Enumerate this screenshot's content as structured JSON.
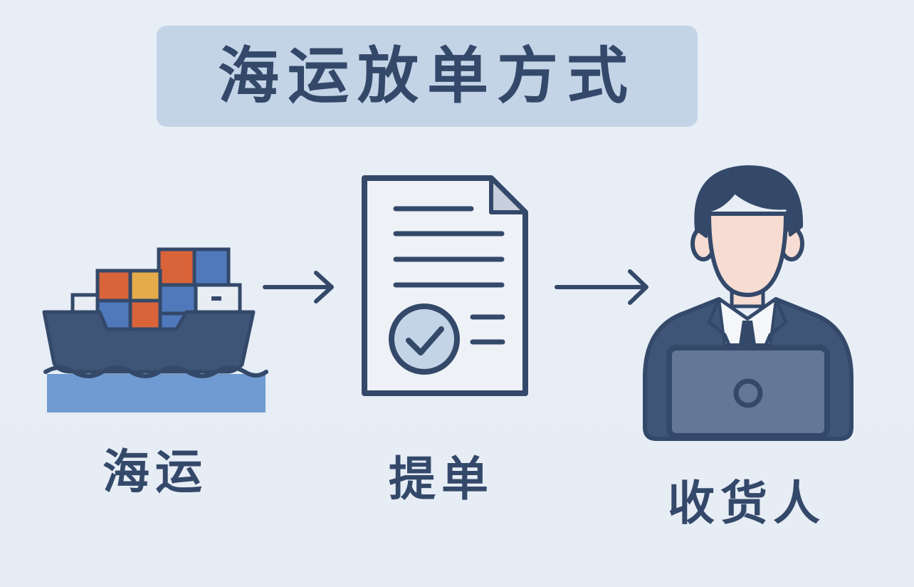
{
  "title": "海运放单方式",
  "nodes": [
    {
      "id": "ship",
      "label": "海运",
      "icon": "cargo-ship-icon"
    },
    {
      "id": "document",
      "label": "提单",
      "icon": "bill-of-lading-document-icon"
    },
    {
      "id": "consignee",
      "label": "收货人",
      "icon": "consignee-person-laptop-icon"
    }
  ],
  "edges": [
    {
      "from": "ship",
      "to": "document"
    },
    {
      "from": "document",
      "to": "consignee"
    }
  ],
  "colors": {
    "background": "#e8eef6",
    "banner": "#c4d4e7",
    "ink": "#34496a",
    "hull": "#3f5577",
    "water": "#6f9bd2",
    "container_orange": "#d9643a",
    "container_blue": "#4f79bb",
    "container_yellow": "#e3ab4a",
    "skin": "#f6dcd2",
    "laptop": "#637898"
  }
}
